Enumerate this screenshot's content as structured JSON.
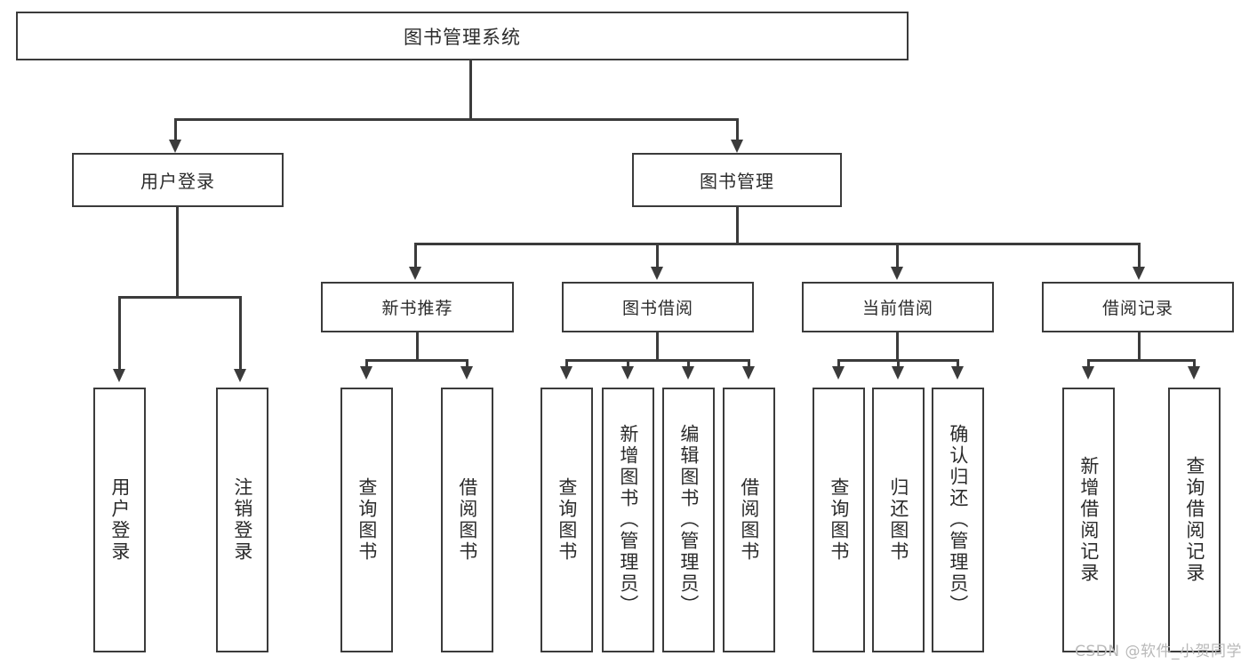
{
  "diagram": {
    "title": "图书管理系统",
    "type": "hierarchy-tree",
    "root": {
      "label": "图书管理系统"
    },
    "level1": [
      {
        "label": "用户登录"
      },
      {
        "label": "图书管理"
      }
    ],
    "level2": [
      {
        "label": "新书推荐",
        "parent": "图书管理"
      },
      {
        "label": "图书借阅",
        "parent": "图书管理"
      },
      {
        "label": "当前借阅",
        "parent": "图书管理"
      },
      {
        "label": "借阅记录",
        "parent": "图书管理"
      }
    ],
    "leaves": {
      "user_login": [
        {
          "label": "用户登录"
        },
        {
          "label": "注销登录"
        }
      ],
      "new_book_recommend": [
        {
          "label": "查询图书"
        },
        {
          "label": "借阅图书"
        }
      ],
      "book_borrow": [
        {
          "label": "查询图书"
        },
        {
          "label": "新增图书（管理员）"
        },
        {
          "label": "编辑图书（管理员）"
        },
        {
          "label": "借阅图书"
        }
      ],
      "current_borrow": [
        {
          "label": "查询图书"
        },
        {
          "label": "归还图书"
        },
        {
          "label": "确认归还（管理员）"
        }
      ],
      "borrow_record": [
        {
          "label": "新增借阅记录"
        },
        {
          "label": "查询借阅记录"
        }
      ]
    }
  },
  "watermark": {
    "text": "CSDN @软件_小贺同学"
  },
  "colors": {
    "border": "#3b3b3b",
    "background": "#ffffff",
    "text": "#2b2b2b",
    "watermark": "#b9b9b9"
  }
}
